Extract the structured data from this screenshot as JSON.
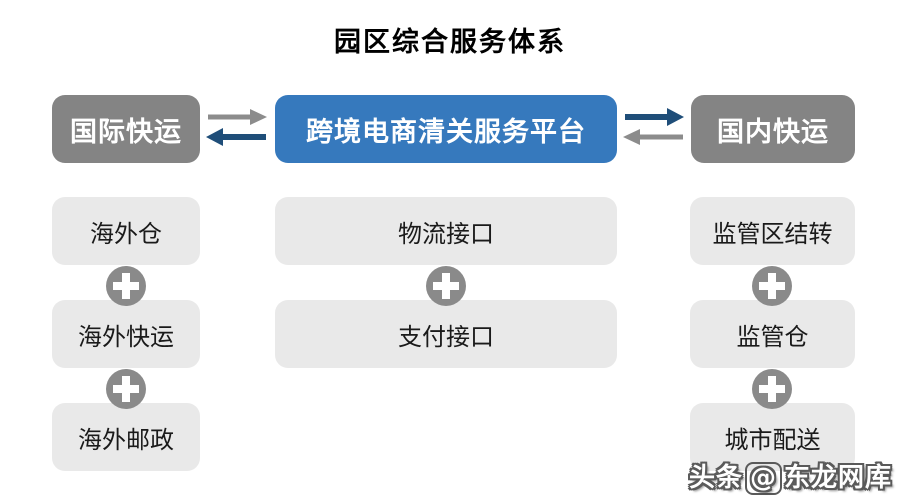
{
  "title": "园区综合服务体系",
  "top_row": {
    "left_label": "国际快运",
    "center_label": "跨境电商清关服务平台",
    "right_label": "国内快运"
  },
  "columns": {
    "left": [
      "海外仓",
      "海外快运",
      "海外邮政"
    ],
    "center": [
      "物流接口",
      "支付接口"
    ],
    "right": [
      "监管区结转",
      "监管仓",
      "城市配送"
    ]
  },
  "icons": {
    "plus": "plus-icon",
    "arrow_right": "arrow-right-icon",
    "arrow_left": "arrow-left-icon"
  },
  "colors": {
    "platform_blue": "#3679bd",
    "node_gray": "#848484",
    "light_box_gray": "#e9e9e9",
    "arrow_navy": "#1f4e79",
    "arrow_gray": "#8c8c8c",
    "text_black": "#1a1a1a"
  },
  "watermark": {
    "prefix": "头条",
    "at": "@",
    "suffix": "东龙网库"
  }
}
